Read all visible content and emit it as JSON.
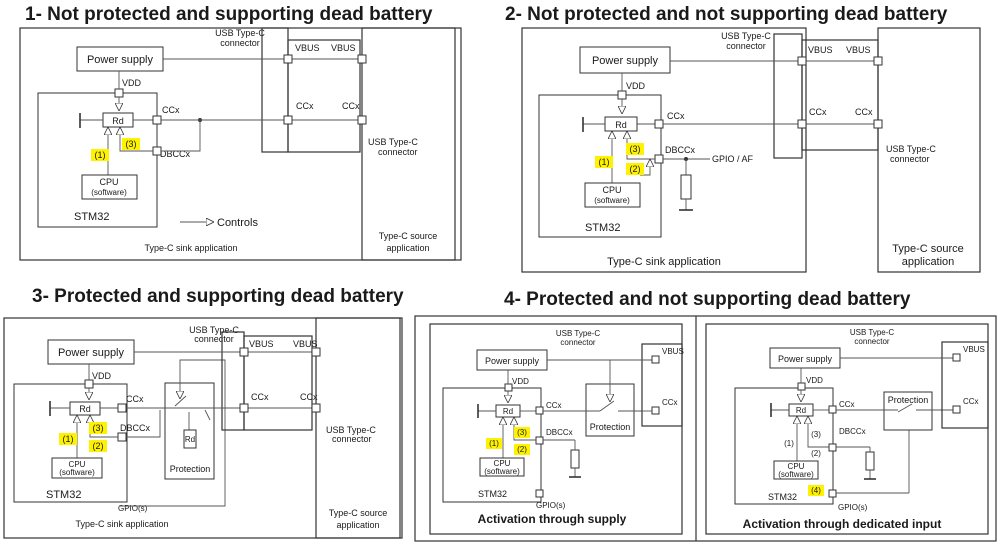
{
  "panels": {
    "p1": {
      "title": "1- Not protected and supporting dead battery",
      "power_supply": "Power supply",
      "vdd": "VDD",
      "rd": "Rd",
      "ccx": "CCx",
      "dbccx": "DBCCx",
      "cpu1": "CPU",
      "cpu2": "(software)",
      "stm32": "STM32",
      "usb1": "USB Type-C",
      "usb2": "connector",
      "vbus_a": "VBUS",
      "vbus_b": "VBUS",
      "ccx_a": "CCx",
      "ccx_b": "CCx",
      "usb_r1": "USB Type-C",
      "usb_r2": "connector",
      "controls": "Controls",
      "sink": "Type-C sink application",
      "source1": "Type-C source",
      "source2": "application",
      "m1": "(1)",
      "m3": "(3)"
    },
    "p2": {
      "title": "2- Not protected and not supporting dead battery",
      "power_supply": "Power supply",
      "vdd": "VDD",
      "rd": "Rd",
      "ccx": "CCx",
      "dbccx": "DBCCx",
      "gpio": "GPIO / AF",
      "cpu1": "CPU",
      "cpu2": "(software)",
      "stm32": "STM32",
      "usb1": "USB Type-C",
      "usb2": "connector",
      "vbus_a": "VBUS",
      "vbus_b": "VBUS",
      "ccx_a": "CCx",
      "ccx_b": "CCx",
      "usb_r1": "USB Type-C",
      "usb_r2": "connector",
      "sink": "Type-C sink application",
      "source1": "Type-C source",
      "source2": "application",
      "m1": "(1)",
      "m2": "(2)",
      "m3": "(3)"
    },
    "p3": {
      "title": "3- Protected and supporting dead battery",
      "power_supply": "Power supply",
      "vdd": "VDD",
      "rd": "Rd",
      "ccx": "CCx",
      "dbccx": "DBCCx",
      "cpu1": "CPU",
      "cpu2": "(software)",
      "stm32": "STM32",
      "gpio": "GPIO(s)",
      "prot_rd": "Rd",
      "protection": "Protection",
      "usb1": "USB Type-C",
      "usb2": "connector",
      "vbus_a": "VBUS",
      "vbus_b": "VBUS",
      "ccx_a": "CCx",
      "ccx_b": "CCx",
      "usb_r1": "USB Type-C",
      "usb_r2": "connector",
      "sink": "Type-C sink application",
      "source1": "Type-C source",
      "source2": "application",
      "m1": "(1)",
      "m2": "(2)",
      "m3": "(3)"
    },
    "p4": {
      "title": "4- Protected and not supporting dead battery",
      "a": {
        "power_supply": "Power supply",
        "vdd": "VDD",
        "rd": "Rd",
        "ccx": "CCx",
        "dbccx": "DBCCx",
        "cpu1": "CPU",
        "cpu2": "(software)",
        "stm32": "STM32",
        "gpio": "GPIO(s)",
        "protection": "Protection",
        "usb1": "USB Type-C",
        "usb2": "connector",
        "vbus": "VBUS",
        "ccx_r": "CCx",
        "caption": "Activation through supply",
        "m1": "(1)",
        "m2": "(2)",
        "m3": "(3)"
      },
      "b": {
        "power_supply": "Power supply",
        "vdd": "VDD",
        "rd": "Rd",
        "ccx": "CCx",
        "dbccx": "DBCCx",
        "cpu1": "CPU",
        "cpu2": "(software)",
        "stm32": "STM32",
        "gpio": "GPIO(s)",
        "protection": "Protection",
        "usb1": "USB Type-C",
        "usb2": "connector",
        "vbus": "VBUS",
        "ccx_r": "CCx",
        "caption": "Activation through dedicated input",
        "m1": "(1)",
        "m2": "(2)",
        "m3": "(3)",
        "m4": "(4)"
      }
    }
  },
  "colors": {
    "highlight": "#fff200",
    "line": "#333333"
  }
}
